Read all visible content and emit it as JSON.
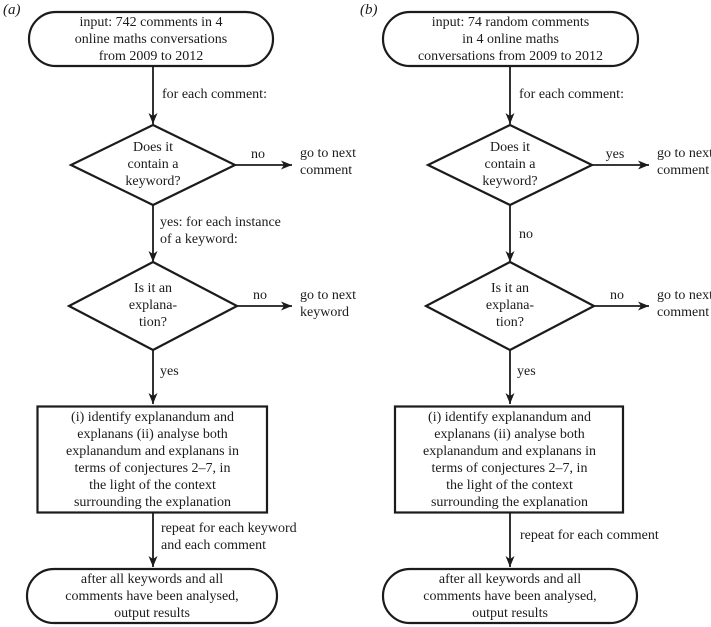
{
  "figure": {
    "background": "#ffffff",
    "line_color": "#1b1b1b",
    "panels": [
      {
        "label": "(a)",
        "input_box": "input: 742 comments in 4\nonline maths conversations\nfrom 2009 to 2012",
        "loop_label": "for each comment:",
        "decision_1": "Does it\ncontain a\nkeyword?",
        "branch_1_label": "no",
        "branch_1_target": "go to next\ncomment",
        "down_label_1": "yes: for each instance\nof a keyword:",
        "decision_2": "Is it an\nexplana-\ntion?",
        "branch_2_label": "no",
        "branch_2_target": "go to next\nkeyword",
        "down_label_2": "yes",
        "process_box": "(i) identify explanandum and\nexplanans (ii) analyse both\nexplanandum and explanans in\nterms of conjectures 2–7, in\nthe light of the context\nsurrounding the explanation",
        "repeat_label": "repeat for each keyword\nand each comment",
        "output_box": "after all keywords and all\ncomments have been analysed,\noutput results"
      },
      {
        "label": "(b)",
        "input_box": "input: 74 random comments\nin 4 online maths\nconversations from 2009 to 2012",
        "loop_label": "for each comment:",
        "decision_1": "Does it\ncontain a\nkeyword?",
        "branch_1_label": "yes",
        "branch_1_target": "go to next\ncomment",
        "down_label_1": "no",
        "decision_2": "Is it an\nexplana-\ntion?",
        "branch_2_label": "no",
        "branch_2_target": "go to next\ncomment",
        "down_label_2": "yes",
        "process_box": "(i) identify explanandum and\nexplanans (ii) analyse both\nexplanandum and explanans in\nterms of conjectures 2–7, in\nthe light of the context\nsurrounding the explanation",
        "repeat_label": "repeat for each comment",
        "output_box": "after all keywords and all\ncomments have been analysed,\noutput results"
      }
    ]
  }
}
